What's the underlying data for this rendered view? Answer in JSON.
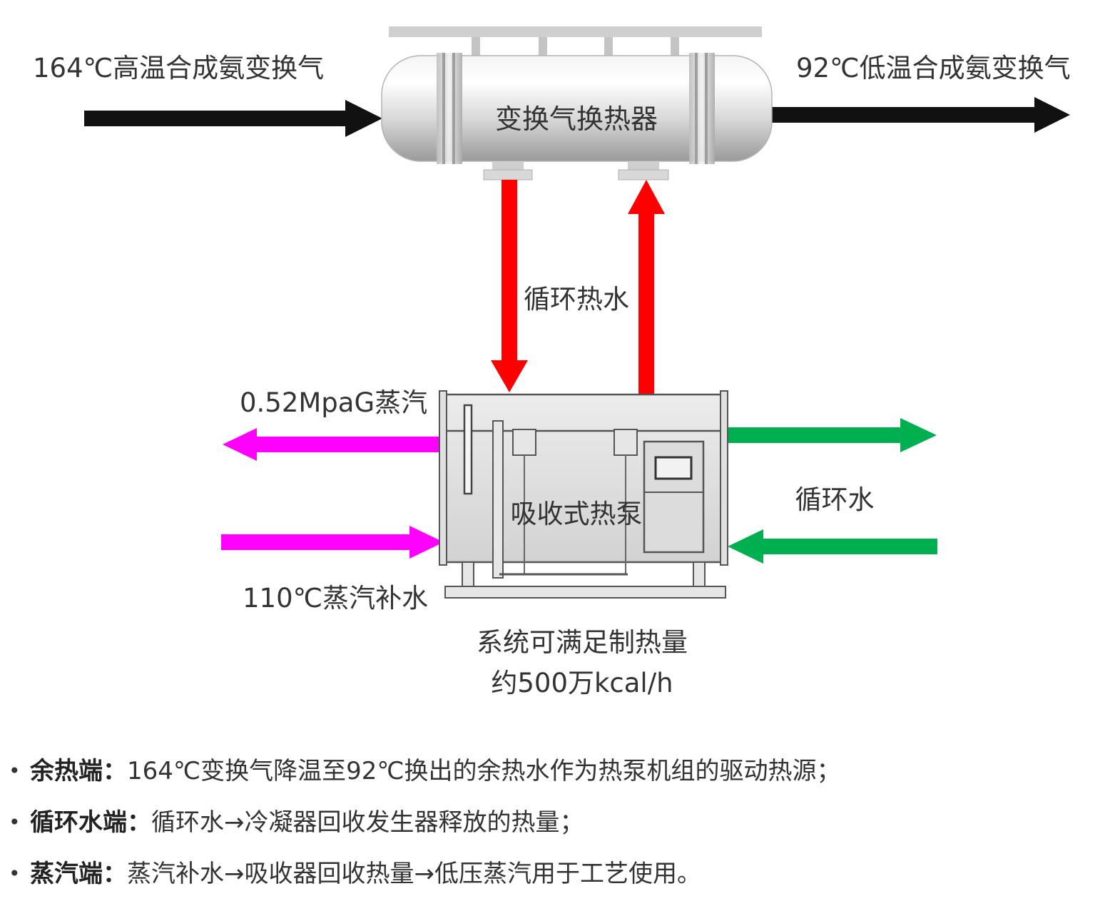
{
  "diagram": {
    "inlet_gas": "164℃高温合成氨变换气",
    "outlet_gas": "92℃低温合成氨变换气",
    "heat_exchanger": "变换气换热器",
    "hot_water_loop": "循环热水",
    "steam_out": "0.52MpaG蒸汽",
    "feed_water_in": "110℃蒸汽补水",
    "heat_pump": "吸收式热泵",
    "cooling_water": "循环水",
    "capacity_line1": "系统可满足制热量",
    "capacity_line2": "约500万kcal/h",
    "colors": {
      "gas_arrow": "#111111",
      "hot_water_arrow": "#ff0000",
      "steam_arrow": "#ff00ff",
      "cooling_arrow": "#00b050"
    }
  },
  "bullets": [
    {
      "term": "余热端",
      "sep": "：",
      "text": "164℃变换气降温至92℃换出的余热水作为热泵机组的驱动热源；"
    },
    {
      "term": "循环水端",
      "sep": "：",
      "text": "循环水→冷凝器回收发生器释放的热量；"
    },
    {
      "term": "蒸汽端",
      "sep": "：",
      "text": "蒸汽补水→吸收器回收热量→低压蒸汽用于工艺使用。"
    }
  ]
}
